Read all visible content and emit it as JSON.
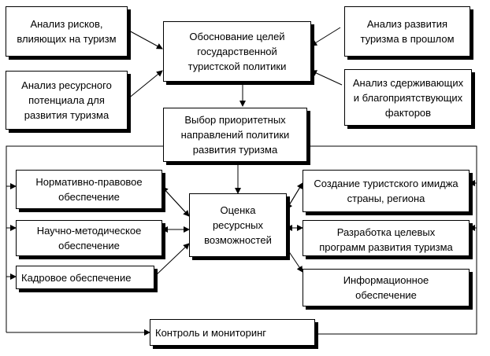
{
  "boxes": {
    "risk_analysis": "Анализ рисков,\nвлияющих на туризм",
    "resource_analysis": "Анализ ресурсного\nпотенциала для\nразвития туризма",
    "goals": "Обоснование целей\nгосударственной\nтуристской политики",
    "past_analysis": "Анализ развития\nтуризма в прошлом",
    "factors_analysis": "Анализ сдерживающих\nи благоприятствующих\nфакторов",
    "priorities": "Выбор приоритетных\nнаправлений политики\nразвития туризма",
    "legal": "Нормативно-правовое\nобеспечение",
    "scientific": "Научно-методическое\nобеспечение",
    "personnel": "Кадровое обеспечение",
    "assessment": "Оценка\nресурсных\nвозможностей",
    "image": "Создание туристского имиджа\nстраны, региона",
    "programs": "Разработка целевых\nпрограмм развития туризма",
    "information": "Информационное\nобеспечение",
    "control": "Контроль и мониторинг"
  }
}
